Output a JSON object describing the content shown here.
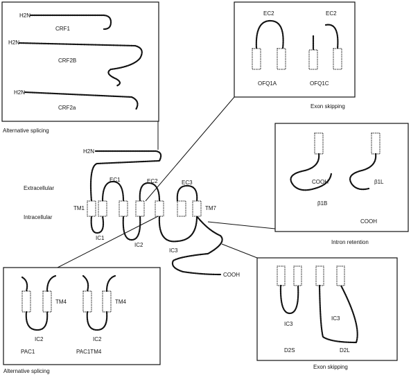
{
  "panels": {
    "top_left": {
      "caption": "Alternative splicing",
      "items": [
        {
          "nterm": "H2N",
          "label": "CRF1"
        },
        {
          "nterm": "H2N",
          "label": "CRF2B"
        },
        {
          "nterm": "H2N",
          "label": "CRF2a"
        }
      ]
    },
    "top_center": {
      "caption": "Exon skipping",
      "ec_labels": [
        "EC2",
        "EC2"
      ],
      "variants": [
        "OFQ1A",
        "OFQ1C"
      ]
    },
    "right": {
      "caption": "Intron retention",
      "cterm": [
        "COOH",
        "COOH"
      ],
      "variants": [
        "β1B",
        "β1L"
      ]
    },
    "bottom_right": {
      "caption": "Exon skipping",
      "ic_labels": [
        "IC3",
        "IC3"
      ],
      "variants": [
        "D2S",
        "D2L"
      ]
    },
    "bottom_left": {
      "caption": "Alternative splicing",
      "tm_labels": [
        "TM4",
        "TM4"
      ],
      "ic_labels": [
        "IC2",
        "IC2"
      ],
      "variants": [
        "PAC1",
        "PAC1TM4"
      ]
    }
  },
  "receptor": {
    "nterm": "H2N",
    "cterm": "COOH",
    "side_labels": [
      "Extracellular",
      "Intracellular"
    ],
    "tm_labels": [
      "TM1",
      "TM7"
    ],
    "ec_labels": [
      "EC1",
      "EC2",
      "EC3"
    ],
    "ic_labels": [
      "IC1",
      "IC2",
      "IC3"
    ]
  }
}
